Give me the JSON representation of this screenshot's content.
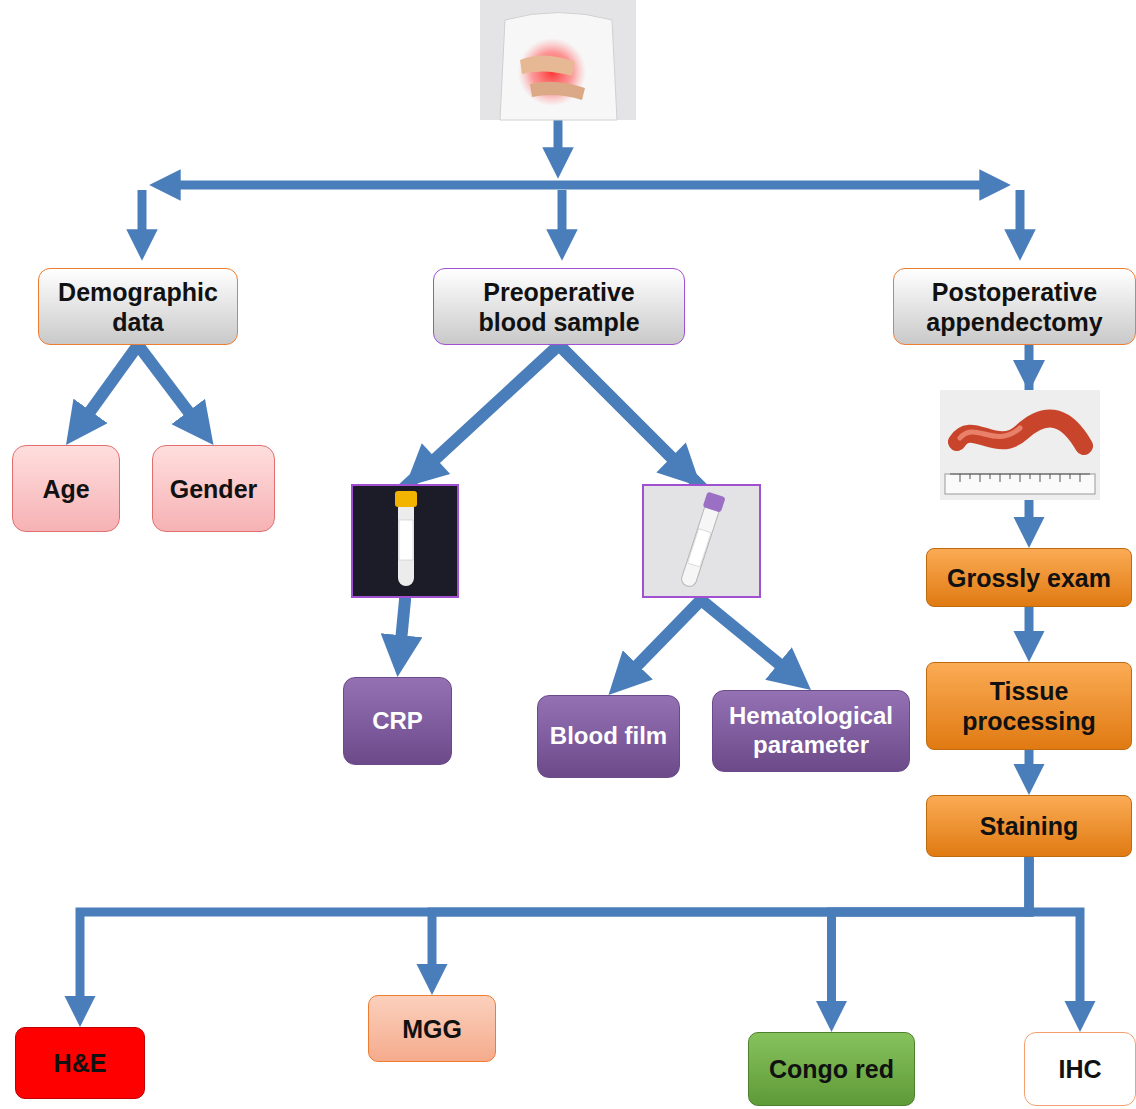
{
  "diagram": {
    "nodes": [
      {
        "text": [
          "Demographic data"
        ]
      },
      {
        "text": [
          "Preoperative blood sample"
        ]
      },
      {
        "text": [
          "Postoperative appendectomy"
        ]
      },
      {
        "text": [
          "Age"
        ]
      },
      {
        "text": [
          "Gender"
        ]
      },
      {
        "text": [
          "CRP"
        ]
      },
      {
        "text": [
          "Blood film"
        ]
      },
      {
        "text": [
          "Hematological parameter"
        ]
      },
      {
        "text": [
          "Grossly exam"
        ]
      },
      {
        "text": [
          "Tissue processing"
        ]
      },
      {
        "text": [
          "Staining"
        ]
      },
      {
        "text": [
          "H&E"
        ]
      },
      {
        "text": [
          "MGG"
        ]
      },
      {
        "text": [
          "Congo red"
        ]
      },
      {
        "text": [
          "IHC"
        ]
      }
    ],
    "edges": [
      {
        "from": 0,
        "to": 3,
        "arrow": "to"
      },
      {
        "from": 0,
        "to": 4,
        "arrow": "to"
      },
      {
        "from": 1,
        "to": 5,
        "arrow": "to"
      },
      {
        "from": 1,
        "to": 6,
        "arrow": "to"
      },
      {
        "from": 1,
        "to": 7,
        "arrow": "to"
      },
      {
        "from": 2,
        "to": 8,
        "arrow": "to"
      },
      {
        "from": 8,
        "to": 9,
        "arrow": "to"
      },
      {
        "from": 9,
        "to": 10,
        "arrow": "to"
      },
      {
        "from": 10,
        "to": 11,
        "arrow": "to"
      },
      {
        "from": 10,
        "to": 12,
        "arrow": "to"
      },
      {
        "from": 10,
        "to": 13,
        "arrow": "to"
      },
      {
        "from": 10,
        "to": 14,
        "arrow": "to"
      }
    ]
  }
}
